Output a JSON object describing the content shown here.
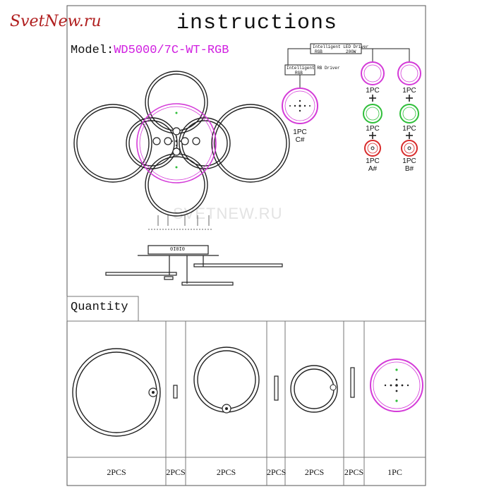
{
  "logo": {
    "text": "SvetNew.ru"
  },
  "title": "instructions",
  "model": {
    "label": "Model:",
    "code": "WD5000/7C-WT-RGB"
  },
  "watermark": "SVETNEW.RU",
  "diagram": {
    "intelligent_driver": "Intelligent LED Driver",
    "rgb": "RGB",
    "watts": "200W",
    "rgb_driver": "Intelligent RB Driver",
    "rgb2": "RGB",
    "remote_text": "0I0I0"
  },
  "pieces": {
    "c": {
      "count": "1PC",
      "name": "C#"
    },
    "a_top": "1PC",
    "a_mid": "1PC",
    "a_bot": {
      "count": "1PC",
      "name": "A#"
    },
    "b_top": "1PC",
    "b_mid": "1PC",
    "b_bot": {
      "count": "1PC",
      "name": "B#"
    }
  },
  "quantity": {
    "label": "Quantity",
    "counts": [
      "2PCS",
      "2PCS",
      "2PCS",
      "2PCS",
      "2PCS",
      "2PCS",
      "1PC"
    ]
  },
  "colors": {
    "magenta": "#d43ad8",
    "green": "#2fbf3a",
    "red": "#d82a2a"
  }
}
